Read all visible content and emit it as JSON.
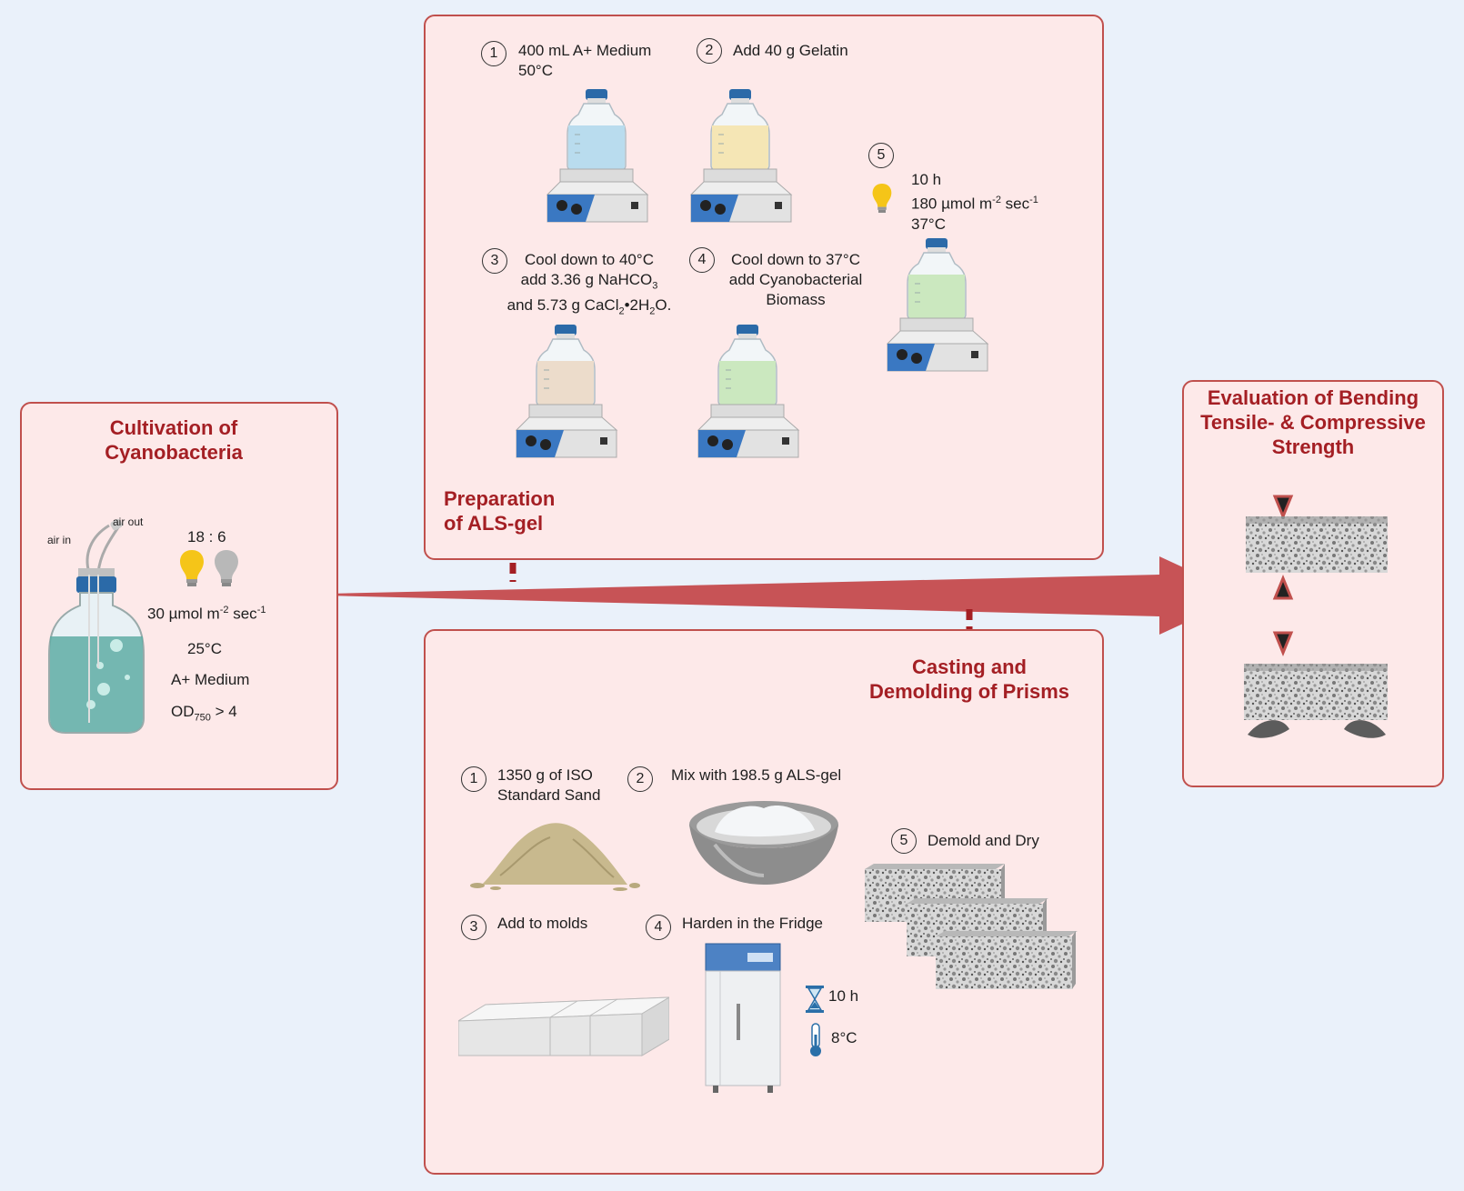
{
  "cultivation": {
    "title_line1": "Cultivation of",
    "title_line2": "Cyanobacteria",
    "air_in": "air in",
    "air_out": "air out",
    "light_cycle": "18 : 6",
    "light_intensity": "30 µmol m",
    "light_exp1": "-2",
    "light_unit": " sec",
    "light_exp2": "-1",
    "temperature": "25°C",
    "medium": "A+ Medium",
    "od_prefix": "OD",
    "od_sub": "750",
    "od_value": " > 4"
  },
  "preparation": {
    "title_line1": "Preparation",
    "title_line2": "of ALS-gel",
    "steps": [
      {
        "num": "1",
        "line1": "400 mL A+ Medium",
        "line2": "50°C"
      },
      {
        "num": "2",
        "line1": "Add 40 g Gelatin"
      },
      {
        "num": "3",
        "line1": "Cool down to 40°C",
        "line2a": "add  3.36 g NaHCO",
        "line2sub": "3",
        "line3a": "and 5.73 g CaCl",
        "line3sub1": "2",
        "line3b": "•2H",
        "line3sub2": "2",
        "line3c": "O."
      },
      {
        "num": "4",
        "line1": "Cool down to 37°C",
        "line2": "add  Cyanobacterial",
        "line3": "Biomass"
      },
      {
        "num": "5",
        "line1": "10 h",
        "line2a": "180 µmol m",
        "line2exp1": "-2",
        "line2b": " sec",
        "line2exp2": "-1",
        "line3": "37°C"
      }
    ]
  },
  "casting": {
    "title_line1": "Casting and",
    "title_line2": "Demolding of Prisms",
    "steps": [
      {
        "num": "1",
        "line1": "1350 g of ISO",
        "line2": "Standard Sand"
      },
      {
        "num": "2",
        "line1": "Mix with 198.5 g ALS-gel"
      },
      {
        "num": "3",
        "line1": "Add to molds"
      },
      {
        "num": "4",
        "line1": "Harden in the Fridge"
      },
      {
        "num": "5",
        "line1": "Demold and Dry"
      }
    ],
    "fridge_time": "10 h",
    "fridge_temp": "8°C"
  },
  "evaluation": {
    "title_line1": "Evaluation of Bending",
    "title_line2": "Tensile- & Compressive",
    "title_line3": "Strength"
  },
  "colors": {
    "accent": "#a41f24",
    "arrow": "#c75356",
    "box_fill": "#fde9e9",
    "box_border": "#c0504d",
    "background": "#eaf1fa"
  }
}
